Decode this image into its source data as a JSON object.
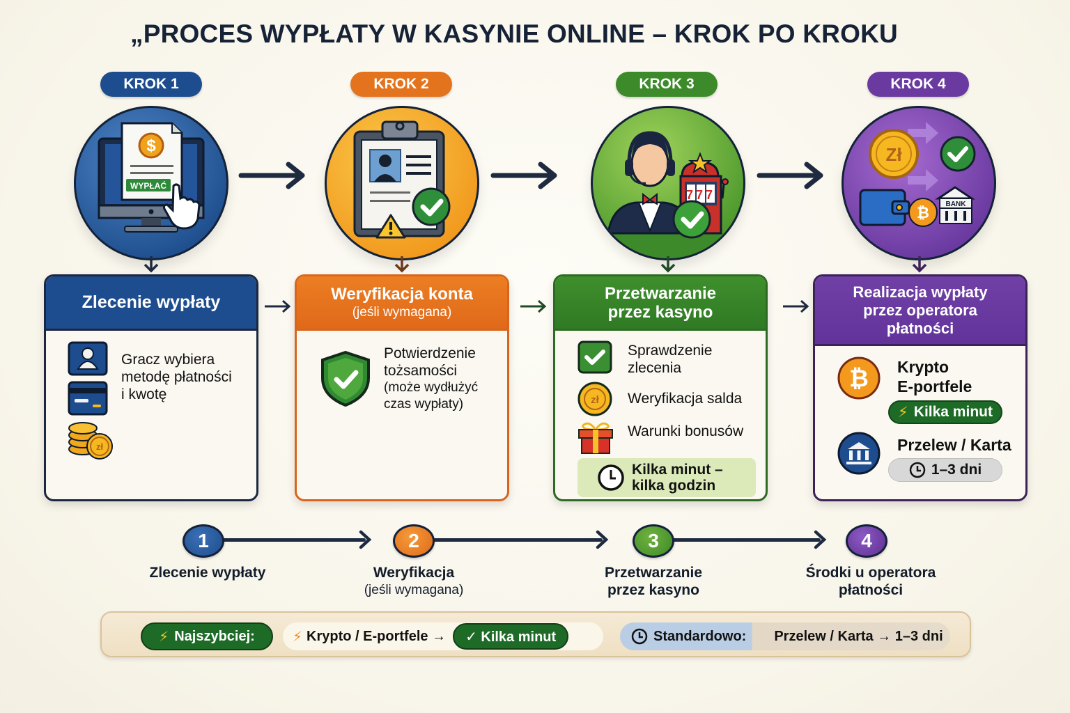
{
  "title": "„PROCES WYPŁATY W KASYNIE ONLINE – KROK PO KROKU",
  "colors": {
    "step1": "#1d4d8e",
    "step2": "#e4731e",
    "step3": "#3d8a2a",
    "step4": "#6a3aa0",
    "dark": "#162236",
    "green_tag": "#1e6b27",
    "gray_tag": "#d6d6d6"
  },
  "steps": [
    {
      "pill": "KROK 1",
      "icon": "computer-withdraw-icon",
      "icon_button_label": "WYPŁAĆ",
      "card_title": "Zlecenie wypłaty",
      "card_subtitle": "",
      "items": [
        {
          "icon": "user-icon",
          "text": ""
        },
        {
          "icon": "credit-card-icon",
          "text": ""
        },
        {
          "icon": "coins-zl-icon",
          "text": ""
        }
      ],
      "description": [
        "Gracz wybiera",
        "metodę płatności",
        "i kwotę"
      ]
    },
    {
      "pill": "KROK 2",
      "icon": "clipboard-id-icon",
      "card_title": "Weryfikacja konta",
      "card_subtitle": "(jeśli wymagana)",
      "description_bold": [
        "Potwierdzenie",
        "tożsamości"
      ],
      "description": [
        "(może wydłużyć",
        "czas wypłaty)"
      ]
    },
    {
      "pill": "KROK 3",
      "icon": "casino-operator-icon",
      "slot_text": "777",
      "card_title_lines": [
        "Przetwarzanie",
        "przez kasyno"
      ],
      "items": [
        {
          "icon": "checkbox-icon",
          "text": [
            "Sprawdzenie",
            "zlecenia"
          ]
        },
        {
          "icon": "zl-coin-icon",
          "text": [
            "Weryfikacja salda"
          ]
        },
        {
          "icon": "gift-icon",
          "text": [
            "Warunki bonusów"
          ]
        }
      ],
      "time_box": [
        "Kilka minut –",
        "kilka godzin"
      ]
    },
    {
      "pill": "KROK 4",
      "icon": "payment-operator-icon",
      "bank_label": "BANK",
      "coin_label": "Zł",
      "card_title_lines": [
        "Realizacja wypłaty",
        "przez operatora",
        "płatności"
      ],
      "methods": [
        {
          "icon": "bitcoin-icon",
          "name": [
            "Krypto",
            "E-portfele"
          ],
          "time": "Kilka minut",
          "time_icon": "lightning-icon"
        },
        {
          "icon": "bank-icon",
          "name": [
            "Przelew / Karta"
          ],
          "time": "1–3 dni",
          "time_icon": "clock-icon"
        }
      ]
    }
  ],
  "timeline": [
    {
      "num": "1",
      "label": "Zlecenie wypłaty",
      "sub": ""
    },
    {
      "num": "2",
      "label": "Weryfikacja",
      "sub": "(jeśli wymagana)"
    },
    {
      "num": "3",
      "label": "Przetwarzanie",
      "label2": "przez kasyno",
      "sub": ""
    },
    {
      "num": "4",
      "label": "Środki u operatora",
      "label2": "płatności",
      "sub": ""
    }
  ],
  "summary_bar": {
    "fastest_label": "Najszybciej:",
    "fastest_method": "Krypto / E-portfele →",
    "fastest_time": "✓ Kilka minut",
    "standard_label": "Standardowo:",
    "standard_method": "Przelew / Karta → 1–3 dni"
  }
}
